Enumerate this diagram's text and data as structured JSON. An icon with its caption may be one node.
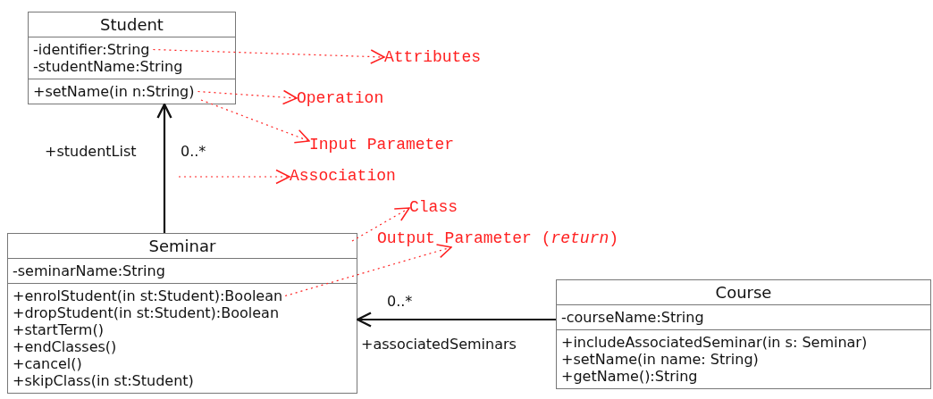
{
  "diagram": {
    "nodes": [
      {
        "text": [
          "Student"
        ]
      },
      {
        "text": [
          "-identifier:String",
          "-studentName:String"
        ],
        "in": 0
      },
      {
        "text": [
          "+setName(in n:String)"
        ],
        "in": 0
      },
      {
        "text": [
          "Seminar"
        ]
      },
      {
        "text": [
          "-seminarName:String"
        ],
        "in": 3
      },
      {
        "text": [
          "+enrolStudent(in st:Student):Boolean",
          "+dropStudent(in st:Student):Boolean",
          "+startTerm()",
          "+endClasses()",
          "+cancel()",
          "+skipClass(in st:Student)"
        ],
        "in": 3
      },
      {
        "text": [
          "Course"
        ]
      },
      {
        "text": [
          "-courseName:String"
        ],
        "in": 6
      },
      {
        "text": [
          "+includeAssociatedSeminar(in s: Seminar)",
          "+setName(in name: String)",
          "+getName():String"
        ],
        "in": 6
      },
      {
        "text": [
          "Attributes"
        ]
      },
      {
        "text": [
          "Operation"
        ]
      },
      {
        "text": [
          "Input Parameter"
        ]
      },
      {
        "text": [
          "Association"
        ]
      },
      {
        "text": [
          "Class"
        ]
      },
      {
        "text": [
          "Output Parameter (*return*)"
        ]
      }
    ],
    "edges": [
      {
        "from": 3,
        "to": 0,
        "arrow": "to",
        "color": "#111111"
      },
      {
        "from": 6,
        "to": 3,
        "arrow": "to",
        "color": "#111111"
      },
      {
        "from": 1,
        "to": 9,
        "arrow": "to",
        "style": "dashed",
        "color": "#ff2020"
      },
      {
        "from": 2,
        "to": 10,
        "arrow": "to",
        "style": "dashed",
        "color": "#ff2020"
      },
      {
        "from": 2,
        "to": 11,
        "arrow": "to",
        "style": "dashed",
        "color": "#ff2020"
      },
      {
        "from": null,
        "to": 12,
        "arrow": "to",
        "style": "dashed",
        "color": "#ff2020"
      },
      {
        "from": 3,
        "to": 13,
        "arrow": "to",
        "style": "dashed",
        "color": "#ff2020"
      },
      {
        "from": 5,
        "to": 14,
        "arrow": "to",
        "style": "dashed",
        "color": "#ff2020"
      }
    ],
    "labels": [
      "+studentList",
      "0..*",
      "0..*",
      "+associatedSeminars"
    ]
  }
}
